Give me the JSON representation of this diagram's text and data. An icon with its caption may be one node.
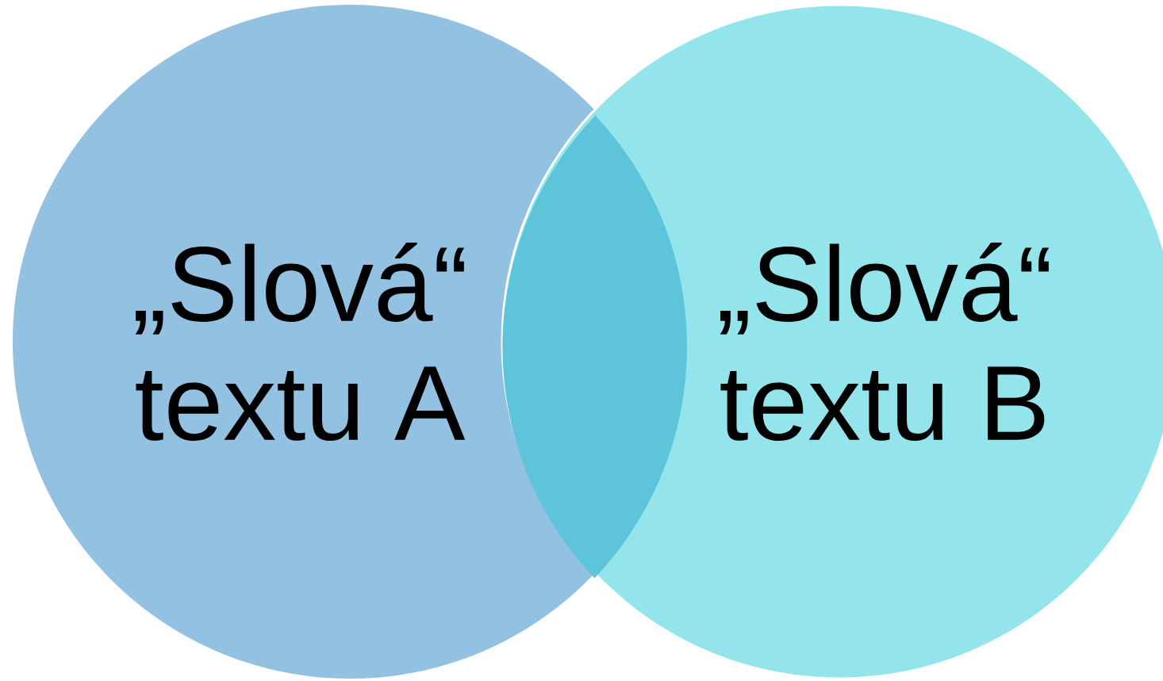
{
  "diagram": {
    "nodes": [
      {
        "text": [
          "„Slová“ textu A"
        ]
      },
      {
        "text": [],
        "shape": "lens"
      },
      {
        "text": [
          "„Slová“ textu B"
        ]
      }
    ]
  }
}
